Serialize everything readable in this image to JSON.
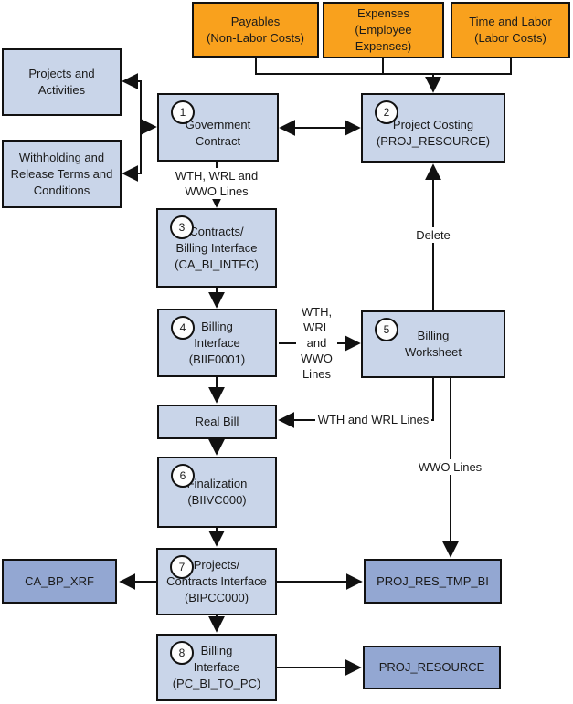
{
  "colors": {
    "source_box_fill": "#F9A11D",
    "process_box_fill": "#C9D5E9",
    "table_box_fill": "#93A7D2",
    "border": "#111111",
    "background": "#ffffff"
  },
  "nodes": {
    "payables": {
      "label": "Payables\n(Non-Labor Costs)"
    },
    "expenses": {
      "label": "Expenses\n(Employee\nExpenses)"
    },
    "time_and_labor": {
      "label": "Time and Labor\n(Labor Costs)"
    },
    "projects_and_activities": {
      "label": "Projects and\nActivities"
    },
    "withholding_terms": {
      "label": "Withholding and\nRelease Terms and\nConditions"
    },
    "government_contract": {
      "step": "1",
      "label": "Government\nContract"
    },
    "project_costing": {
      "step": "2",
      "label": "Project Costing\n(PROJ_RESOURCE)"
    },
    "contracts_billing_interface": {
      "step": "3",
      "label": "Contracts/\nBilling Interface\n(CA_BI_INTFC)"
    },
    "billing_interface_biif0001": {
      "step": "4",
      "label": "Billing\nInterface\n(BIIF0001)"
    },
    "billing_worksheet": {
      "step": "5",
      "label": "Billing\nWorksheet"
    },
    "real_bill": {
      "label": "Real Bill"
    },
    "finalization": {
      "step": "6",
      "label": "Finalization\n(BIIVC000)"
    },
    "projects_contracts_interface": {
      "step": "7",
      "label": "Projects/\nContracts Interface\n(BIPCC000)"
    },
    "billing_interface_pc_bi_to_pc": {
      "step": "8",
      "label": "Billing\nInterface\n(PC_BI_TO_PC)"
    },
    "ca_bp_xrf": {
      "label": "CA_BP_XRF"
    },
    "proj_res_tmp_bi": {
      "label": "PROJ_RES_TMP_BI"
    },
    "proj_resource": {
      "label": "PROJ_RESOURCE"
    }
  },
  "edge_labels": {
    "wth_wrl_wwo_vertical": "WTH, WRL and\nWWO Lines",
    "wth_wrl_wwo_stacked": "WTH,\nWRL\nand\nWWO\nLines",
    "delete": "Delete",
    "wth_and_wrl": "WTH and WRL Lines",
    "wwo": "WWO Lines"
  }
}
